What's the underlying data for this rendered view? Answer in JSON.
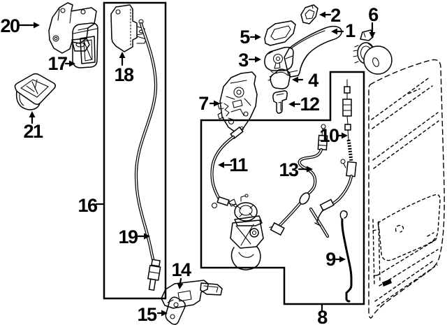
{
  "diagram": {
    "background_color": "#ffffff",
    "line_color": "#000000",
    "callouts": {
      "1": "1",
      "2": "2",
      "3": "3",
      "4": "4",
      "5": "5",
      "6": "6",
      "7": "7",
      "8": "8",
      "9": "9",
      "10": "10",
      "11": "11",
      "12": "12",
      "13": "13",
      "14": "14",
      "15": "15",
      "16": "16",
      "17": "17",
      "18": "18",
      "19": "19",
      "20": "20",
      "21": "21"
    }
  }
}
